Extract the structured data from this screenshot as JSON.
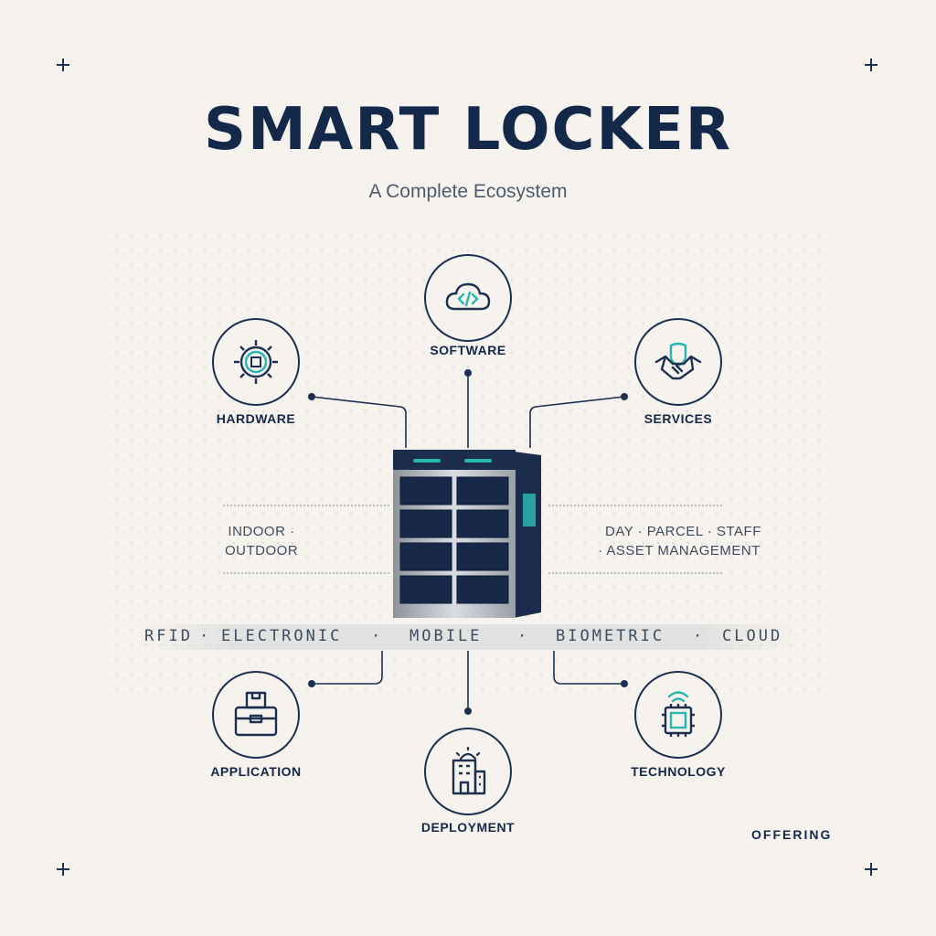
{
  "title": "SMART LOCKER",
  "subtitle": "A Complete Ecosystem",
  "nodes": {
    "software": "SOFTWARE",
    "hardware": "HARDWARE",
    "services": "SERVICES",
    "application": "APPLICATION",
    "deployment": "DEPLOYMENT",
    "technology": "TECHNOLOGY"
  },
  "environments": {
    "line1": "INDOOR ·",
    "line2": "OUTDOOR"
  },
  "use_cases": {
    "line1": "DAY · PARCEL · STAFF",
    "line2": "· ASSET MANAGEMENT"
  },
  "technologies": {
    "rfid": "RFID",
    "electronic": "ELECTRONIC",
    "mobile": "MOBILE",
    "biometric": "BIOMETRIC",
    "cloud": "CLOUD",
    "separator": "·"
  },
  "footer": {
    "offering": "OFFERING"
  },
  "colors": {
    "navy": "#14284a",
    "accent": "#2bb5b0",
    "background": "#f6f3ee"
  }
}
